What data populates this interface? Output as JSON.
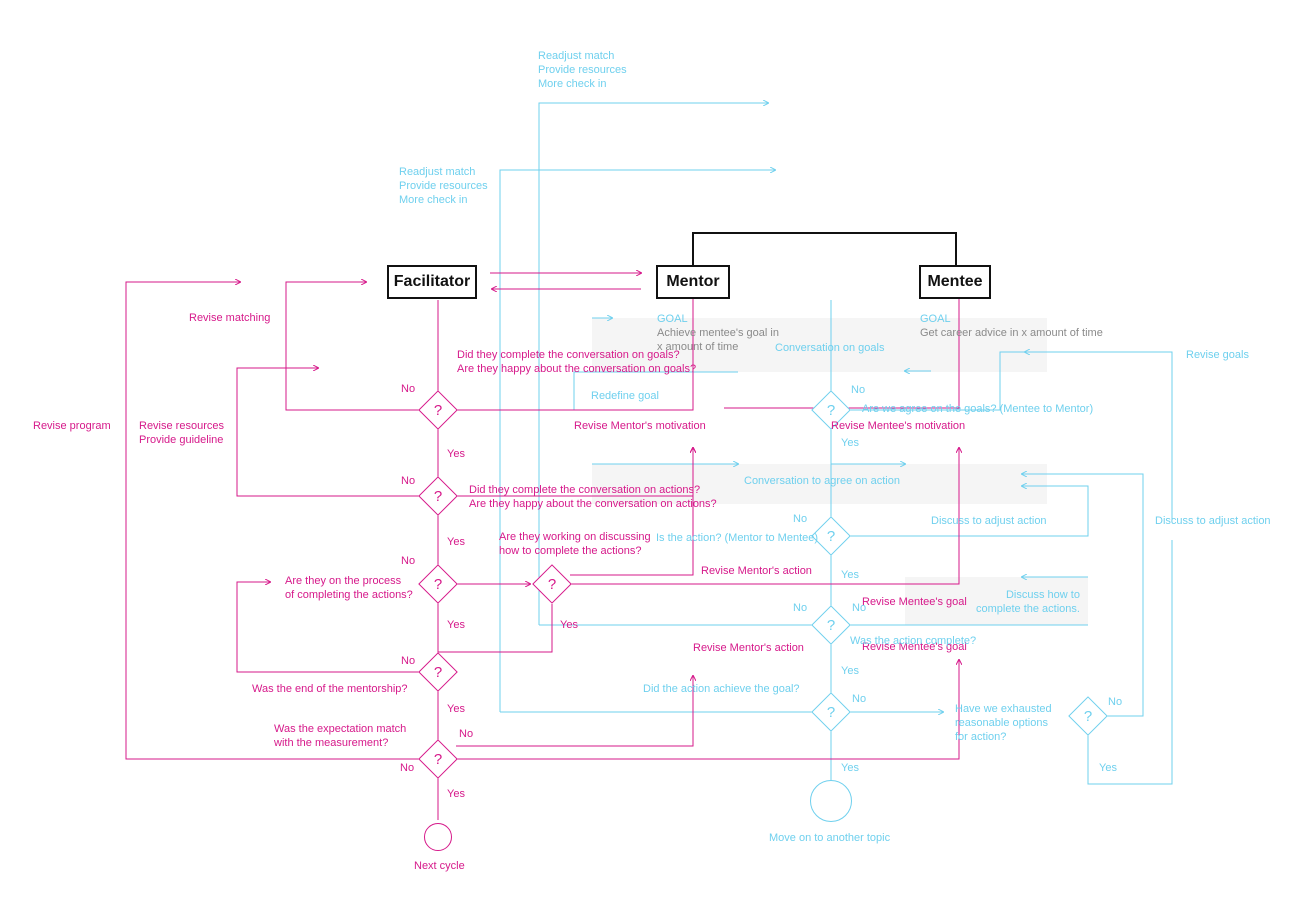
{
  "colors": {
    "facilitator": "#d6198a",
    "participants": "#6fd0ee",
    "structure": "#111111",
    "note": "#8a8a8a"
  },
  "icons": {
    "decision": "question-mark-diamond-icon",
    "terminal": "circle-terminal-icon"
  },
  "roles": {
    "facilitator": "Facilitator",
    "mentor": "Mentor",
    "mentee": "Mentee"
  },
  "goals": {
    "mentor_label": "GOAL",
    "mentor_text": "Achieve mentee's goal in\nx amount of time",
    "mentee_label": "GOAL",
    "mentee_text": "Get career advice in x amount of time"
  },
  "decision_symbol": "?",
  "facilitator_flow": {
    "q_goals": "Did they complete the conversation on goals?\nAre they happy about the conversation on goals?",
    "q_actions": "Did they complete the conversation on actions?\nAre they happy about the conversation on actions?",
    "q_process": "Are they on the process\nof completing the actions?",
    "q_discussing": "Are they working on discussing\nhow to complete the actions?",
    "q_end": "Was the end of the mentorship?",
    "q_expectation": "Was the expectation match\nwith the measurement?",
    "revise_matching": "Revise matching",
    "revise_resources": "Revise resources\nProvide guideline",
    "revise_program": "Revise program",
    "revise_mentor_motivation": "Revise Mentor's motivation",
    "revise_mentee_motivation": "Revise Mentee's motivation",
    "revise_mentor_action_1": "Revise Mentor's action",
    "revise_mentor_action_2": "Revise Mentor's action",
    "revise_mentee_goal_1": "Revise Mentee's goal",
    "revise_mentee_goal_2": "Revise Mentee's goal",
    "next_cycle": "Next cycle",
    "yes": "Yes",
    "no": "No"
  },
  "participant_flow": {
    "readjust_1": "Readjust match\nProvide resources\nMore check in",
    "readjust_2": "Readjust match\nProvide resources\nMore check in",
    "conversation_goals": "Conversation on goals",
    "redefine_goal": "Redefine goal",
    "q_agree_goals": "Are we agree on the goals? (Mentee to Mentor)",
    "revise_goals": "Revise goals",
    "conversation_action": "Conversation to agree on action",
    "discuss_adjust_1": "Discuss to adjust action",
    "discuss_adjust_2": "Discuss to adjust action",
    "q_action_mentor": "Is the action? (Mentor to Mentee)",
    "discuss_how": "Discuss how to\ncomplete the actions.",
    "q_action_complete": "Was the action complete?",
    "q_action_goal": "Did the action achieve the goal?",
    "q_exhausted": "Have we exhausted\nreasonable options\nfor action?",
    "move_on": "Move on to another topic",
    "yes": "Yes",
    "no": "No"
  }
}
